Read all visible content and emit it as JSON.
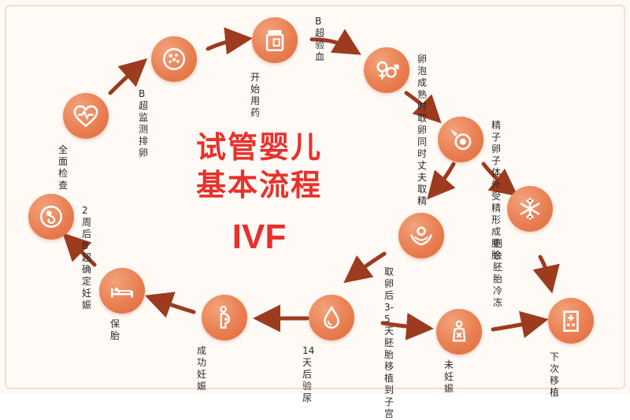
{
  "title": {
    "line1": "试管婴儿",
    "line2": "基本流程",
    "line3": "IVF"
  },
  "colors": {
    "accent": "#e97f52",
    "arrow": "#9c3b1e",
    "title": "#e8312c"
  },
  "steps": {
    "full_check": {
      "label": "全面检查",
      "icon": "heart-pulse-icon"
    },
    "ovulation_monitor": {
      "label": "B超监测排卵",
      "icon": "follicle-icon"
    },
    "start_medication": {
      "label": "开始用药",
      "icon": "medicine-box-icon"
    },
    "ultrasound_blood": {
      "label": "B超验血",
      "icon": ""
    },
    "egg_retrieval": {
      "label": "卵泡成熟时取卵\n同时丈夫取精",
      "icon": "gender-icon"
    },
    "ivf_fertilization": {
      "label": "精子卵子体外\n受精形成胚胎",
      "icon": "sperm-egg-icon"
    },
    "embryo_freeze": {
      "label": "剩余胚胎冷冻",
      "icon": "snowflake-icon"
    },
    "embryo_transfer": {
      "label": "取卵后3-5天\n胚胎移植到子宫",
      "icon": "hands-embryo-icon"
    },
    "next_transfer": {
      "label": "下次移植",
      "icon": "hospital-icon"
    },
    "not_pregnant": {
      "label": "未妊娠",
      "icon": "pregnant-cross-icon"
    },
    "urine_test": {
      "label": "14天后验尿",
      "icon": "drop-icon"
    },
    "pregnant_success": {
      "label": "成功妊娠",
      "icon": "pregnant-woman-icon"
    },
    "fetal_protection": {
      "label": "保胎",
      "icon": "bed-rest-icon"
    },
    "pregnancy_confirm": {
      "label": "2周后B超\n确定妊娠",
      "icon": "fetus-icon"
    }
  }
}
